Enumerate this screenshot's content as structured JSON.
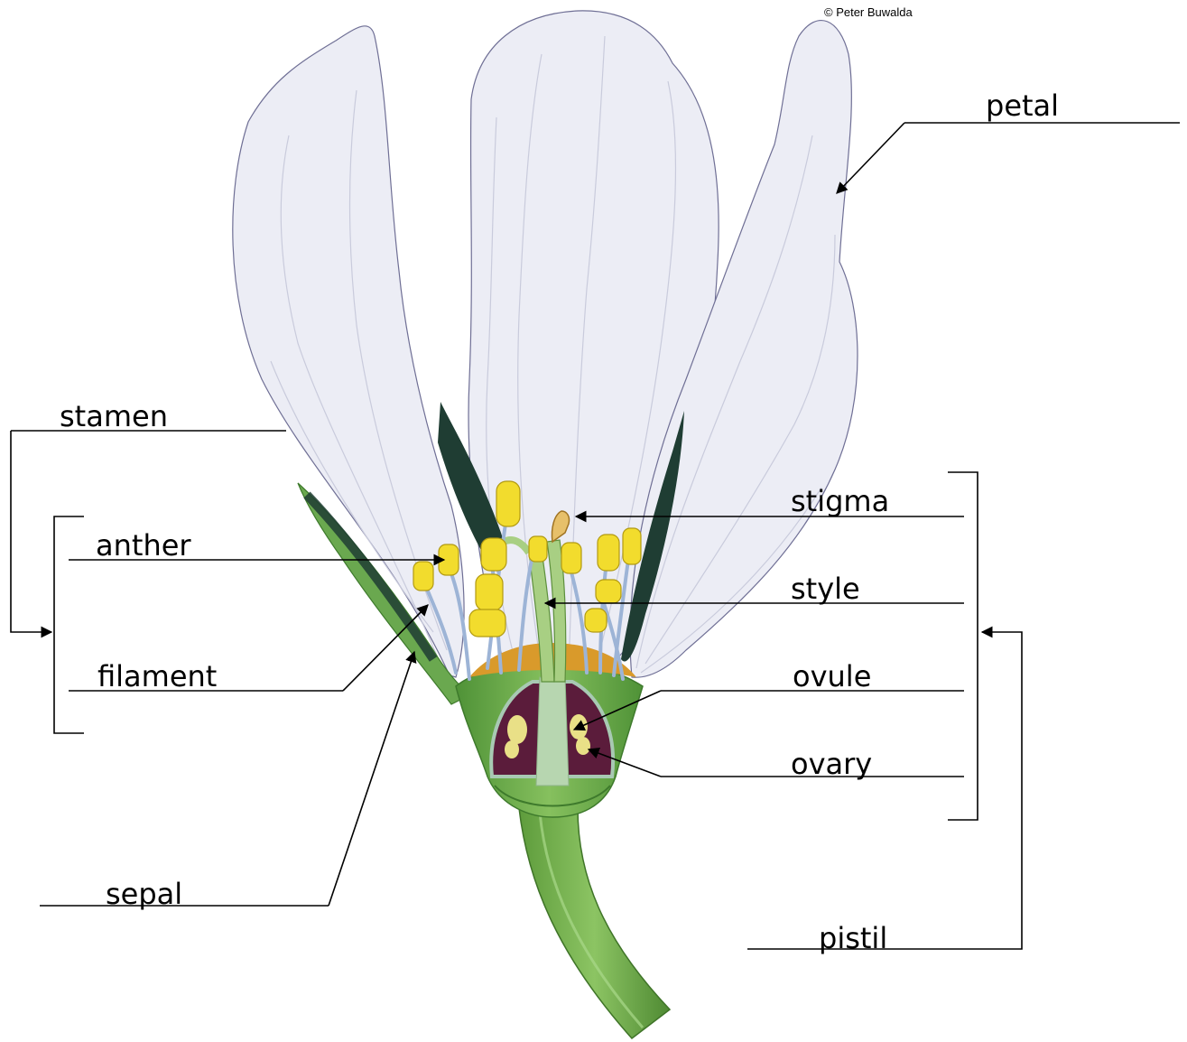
{
  "credit": "© Peter Buwalda",
  "labels": {
    "petal": "petal",
    "stamen": "stamen",
    "anther": "anther",
    "filament": "filament",
    "sepal": "sepal",
    "stigma": "stigma",
    "style": "style",
    "ovule": "ovule",
    "ovary": "ovary",
    "pistil": "pistil"
  },
  "colors": {
    "petal": "#ecedf5",
    "sepal_green": "#6aa84f",
    "dark_green": "#1f3d33",
    "anther_yellow": "#f2dc2d",
    "ovary_purple": "#5b1c3b",
    "stem_green": "#6fae4a"
  }
}
